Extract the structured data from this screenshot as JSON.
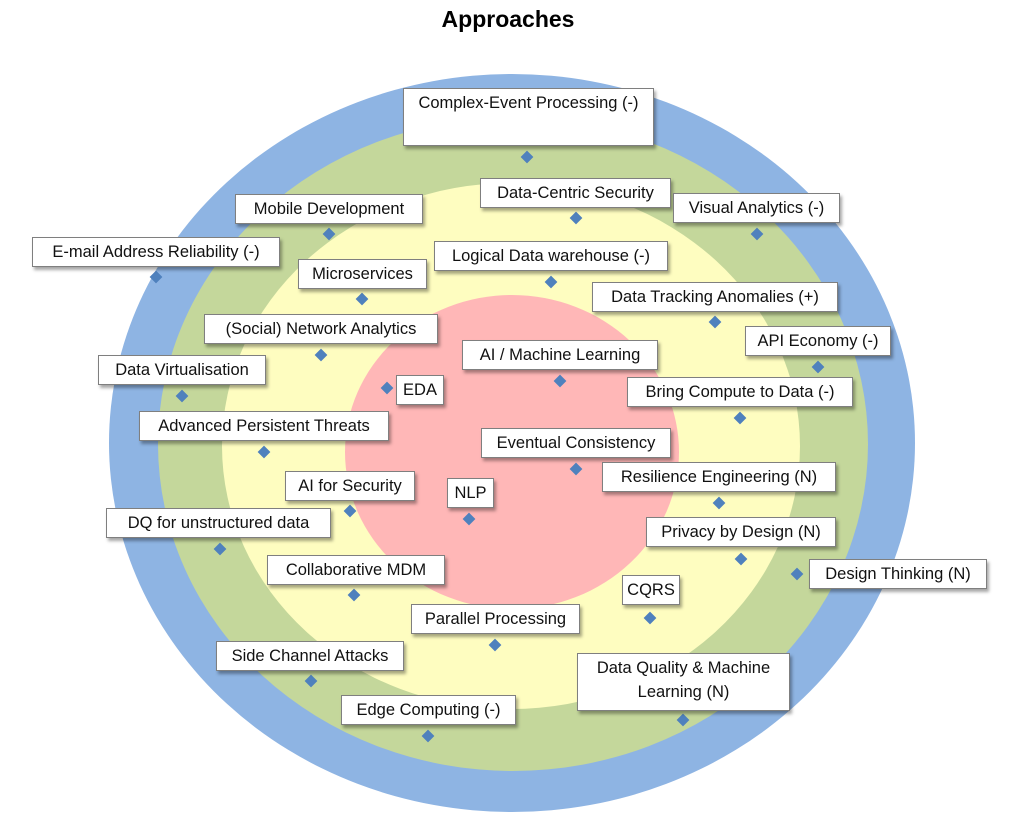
{
  "title": "Approaches",
  "colors": {
    "outer_ring": "#8eb4e3",
    "second_ring": "#c4d79b",
    "third_ring": "#fefdc0",
    "core": "#ffb7b7",
    "marker": "#4f81bd"
  },
  "items": [
    {
      "label": "Complex-Event Processing (-)"
    },
    {
      "label": "Data-Centric Security"
    },
    {
      "label": "Visual Analytics (-)"
    },
    {
      "label": "Mobile Development"
    },
    {
      "label": "E-mail Address Reliability (-)"
    },
    {
      "label": "Logical Data warehouse (-)"
    },
    {
      "label": "Microservices"
    },
    {
      "label": "Data Tracking Anomalies (+)"
    },
    {
      "label": "(Social) Network Analytics"
    },
    {
      "label": "API Economy (-)"
    },
    {
      "label": "AI / Machine Learning"
    },
    {
      "label": "Data Virtualisation"
    },
    {
      "label": "EDA"
    },
    {
      "label": "Bring Compute to Data (-)"
    },
    {
      "label": "Advanced Persistent Threats"
    },
    {
      "label": "Eventual Consistency"
    },
    {
      "label": "Resilience Engineering (N)"
    },
    {
      "label": "AI for Security"
    },
    {
      "label": "NLP"
    },
    {
      "label": "DQ for unstructured data"
    },
    {
      "label": "Privacy by Design (N)"
    },
    {
      "label": "Design Thinking (N)"
    },
    {
      "label": "Collaborative MDM"
    },
    {
      "label": "CQRS"
    },
    {
      "label": "Parallel Processing"
    },
    {
      "label": "Side Channel Attacks"
    },
    {
      "label": "Data Quality & Machine Learning  (N)"
    },
    {
      "label": "Edge Computing (-)"
    }
  ]
}
